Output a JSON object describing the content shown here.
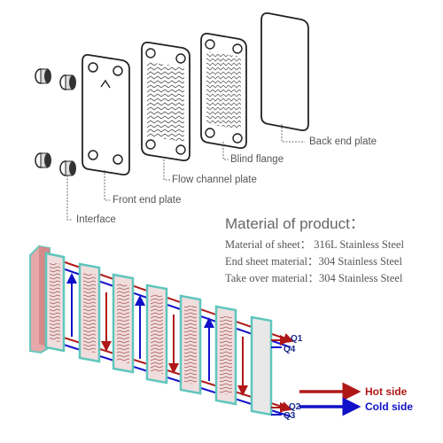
{
  "labels": {
    "back_end_plate": "Back end plate",
    "blind_flange": "Blind flange",
    "flow_channel_plate": "Flow channel plate",
    "front_end_plate": "Front end plate",
    "interface": "Interface"
  },
  "material": {
    "title": "Material of product：",
    "lines": [
      "Material of sheet： 316L Stainless Steel",
      "End sheet material：304 Stainless Steel",
      "Take over material：304 Stainless Steel"
    ]
  },
  "ports": {
    "q1": "Q1",
    "q4": "Q4",
    "q2": "Q2",
    "q3": "Q3"
  },
  "legend": {
    "hot": {
      "label": "Hot side",
      "color": "#b01818"
    },
    "cold": {
      "label": "Cold side",
      "color": "#1010c8"
    }
  }
}
